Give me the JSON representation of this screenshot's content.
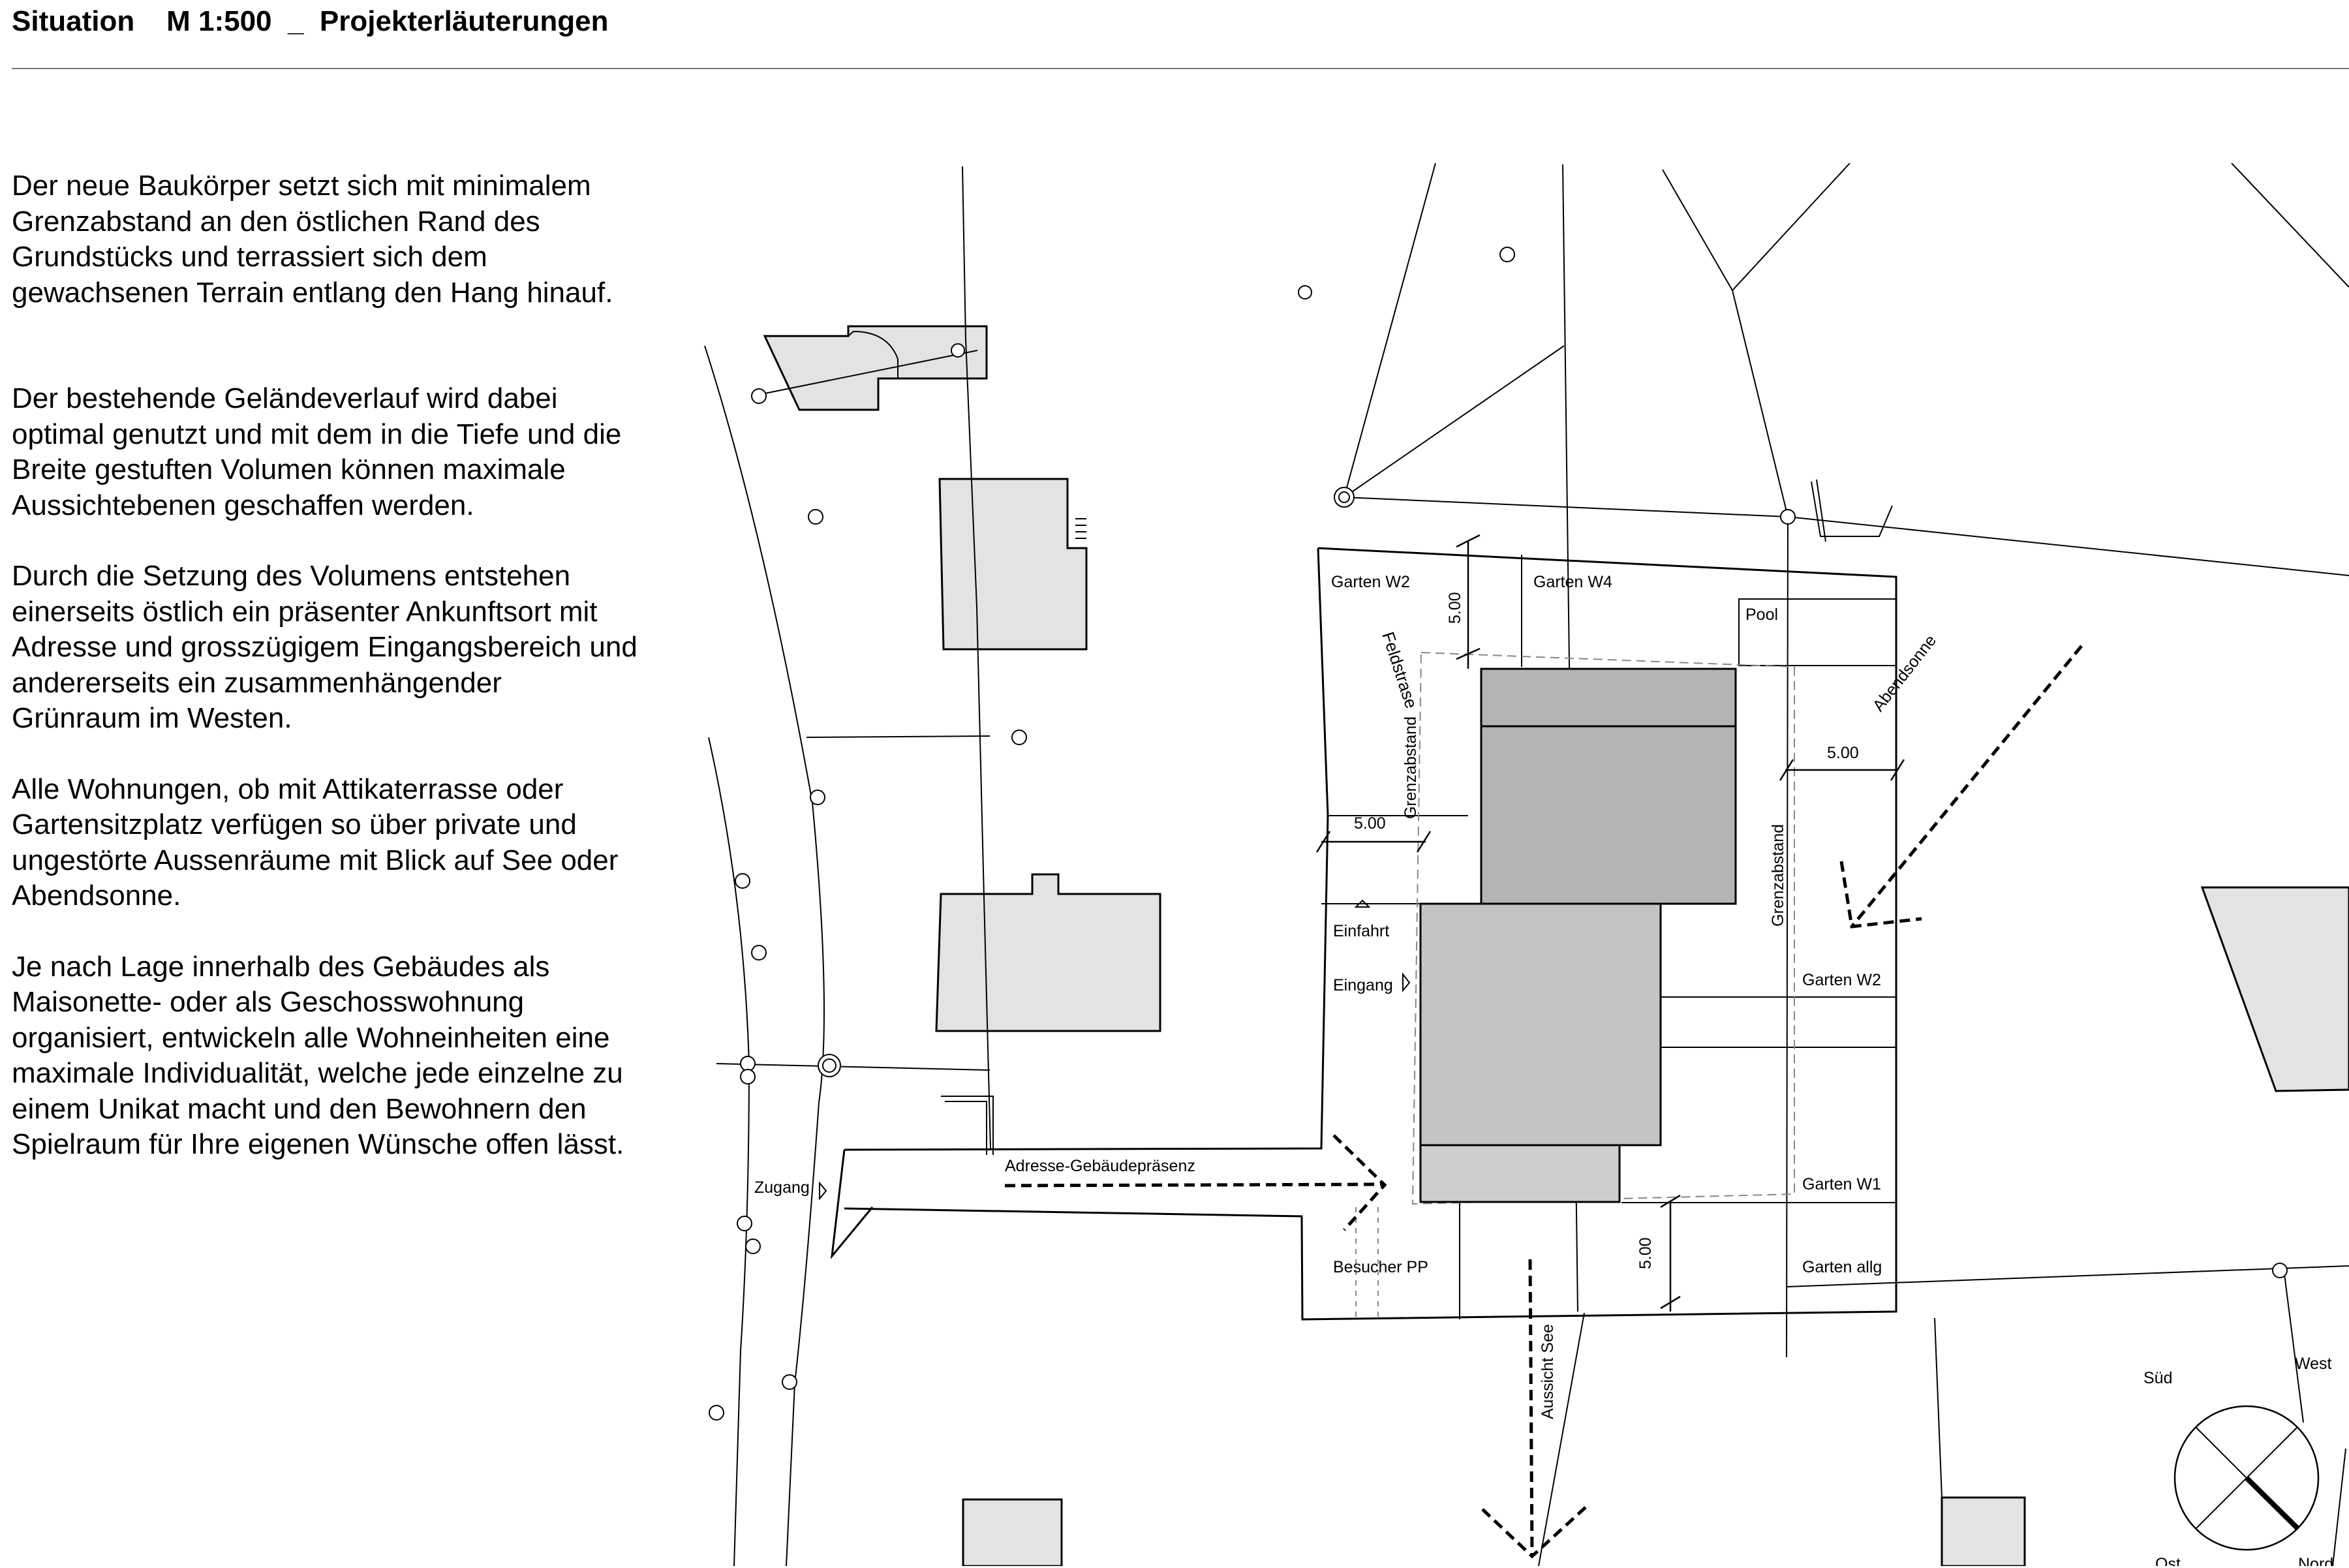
{
  "header": {
    "title": "Situation    M 1:500  _  Projekterläuterungen"
  },
  "text": {
    "paragraphs": [
      "Der neue Baukörper setzt sich mit minimalem Grenzabstand an den östlichen Rand des Grundstücks und terrassiert sich dem gewachsenen Terrain entlang den Hang hinauf.",
      "Der bestehende Geländeverlauf wird dabei optimal genutzt und mit dem in die Tiefe und die Breite gestuften Volumen können maximale Aussichtebenen geschaffen werden.",
      "Durch die Setzung des Volumens entstehen einerseits östlich ein präsenter Ankunftsort mit Adresse und grosszügigem Eingangsbereich und andererseits ein zusammenhängender Grünraum im Westen.",
      "Alle Wohnungen, ob mit Attikaterrasse oder Gartensitzplatz verfügen so über private und ungestörte Aussenräume mit Blick auf See oder Abendsonne.",
      "Je nach Lage innerhalb des Gebäudes als Maisonette- oder als Geschosswohnung organisiert, entwickeln alle Wohneinheiten eine maximale Individualität, welche jede einzelne zu einem Unikat macht und den Bewohnern den Spielraum für Ihre eigenen Wünsche offen lässt."
    ]
  },
  "plan": {
    "street_name": "Feldstrase",
    "labels": {
      "garten_w2_top": "Garten W2",
      "garten_w4": "Garten W4",
      "pool": "Pool",
      "dim_5_top": "5.00",
      "dim_5_left": "5.00",
      "dim_5_right": "5.00",
      "dim_5_bottom": "5.00",
      "grenzabstand_left": "Grenzabstand",
      "grenzabstand_right": "Grenzabstand",
      "abendsonne": "Abendsonne",
      "einfahrt": "Einfahrt",
      "eingang": "Eingang",
      "garten_w2_right": "Garten W2",
      "garten_w1": "Garten W1",
      "garten_allg": "Garten allg",
      "besucher_pp": "Besucher PP",
      "zugang": "Zugang",
      "adresse": "Adresse-Gebäudepräsenz",
      "aussicht_see": "Aussicht See"
    },
    "compass": {
      "sued": "Süd",
      "west": "West",
      "ost": "Ost",
      "nord": "Nord"
    },
    "colors": {
      "neighbor_fill": "#e3e3e3",
      "building_dark": "#b4b4b4",
      "building_mid": "#c4c4c4",
      "line": "#000000",
      "dash_gray": "#888888"
    }
  }
}
